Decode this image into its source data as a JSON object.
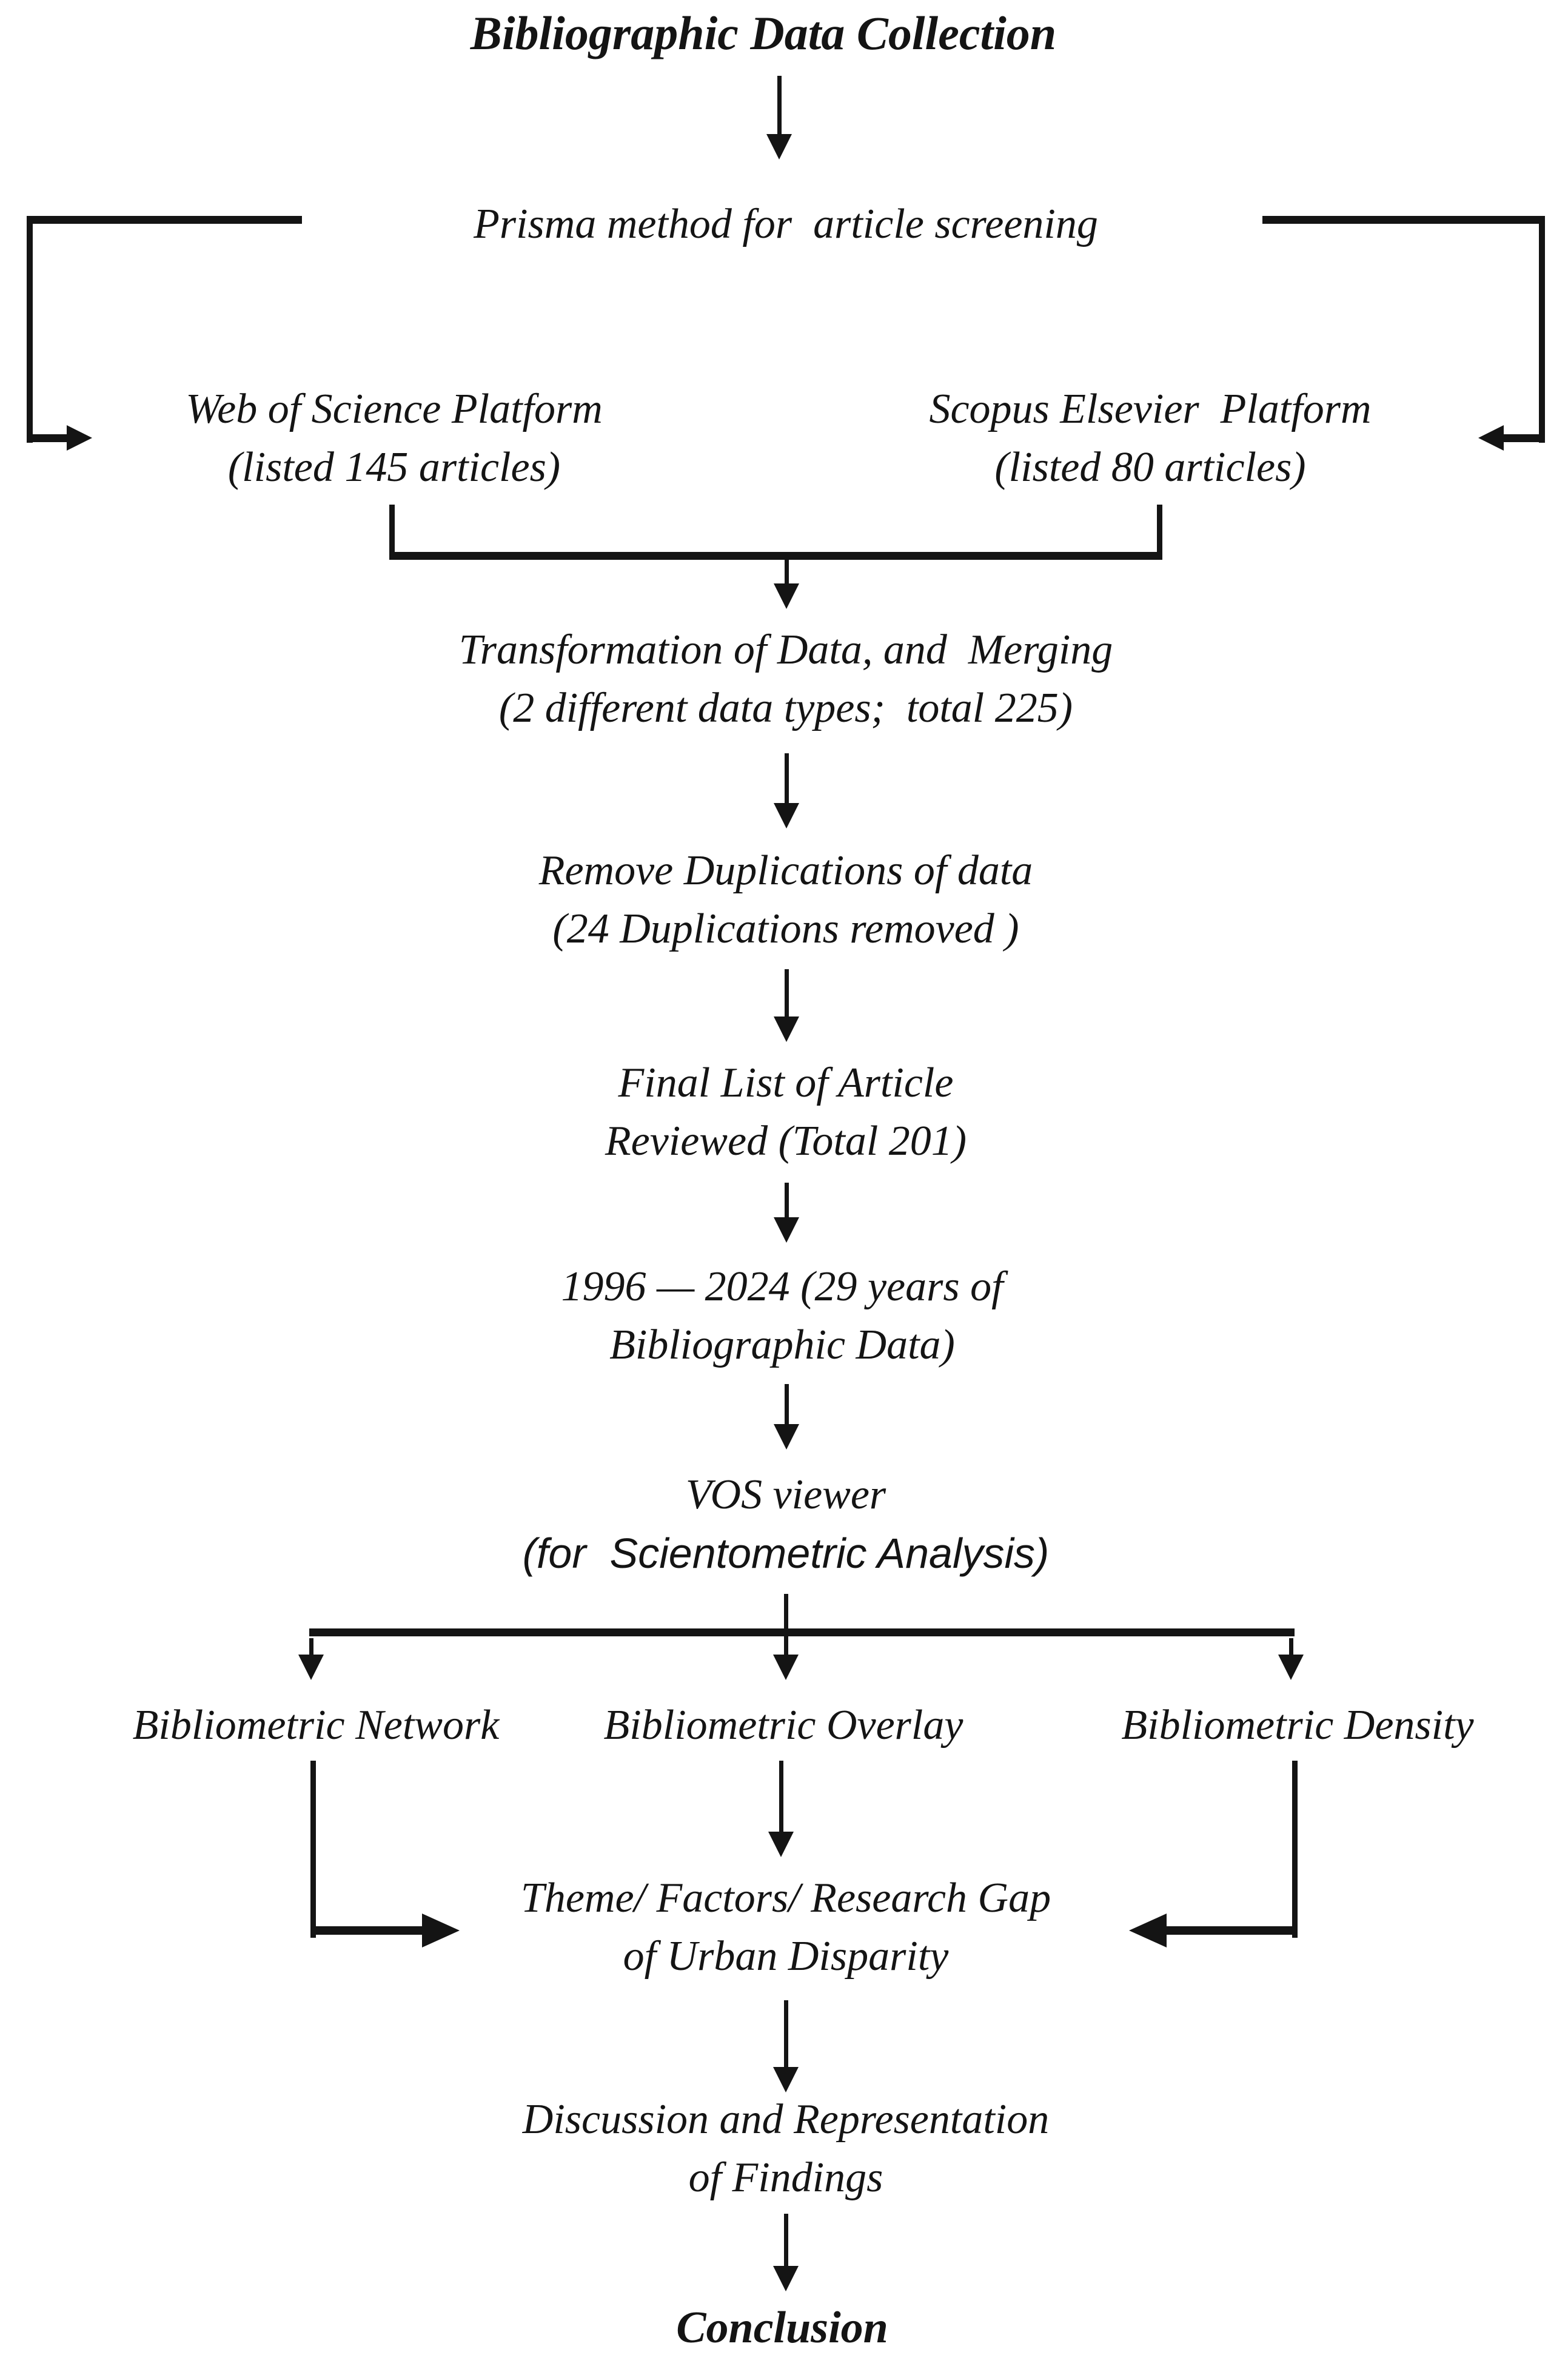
{
  "diagram": {
    "title": "Bibliographic Data Collection",
    "prisma": "Prisma method for  article screening",
    "web_of_science": {
      "line1": "Web of Science Platform",
      "line2": "(listed 145 articles)"
    },
    "scopus": {
      "line1": "Scopus Elsevier  Platform",
      "line2": "(listed 80 articles)"
    },
    "transformation": {
      "line1": "Transformation of Data, and  Merging",
      "line2": "(2 different data types;  total 225)"
    },
    "remove_duplications": {
      "line1": "Remove Duplications of data",
      "line2": "(24 Duplications removed )"
    },
    "final_list": {
      "line1": "Final List of Article",
      "line2": "Reviewed (Total 201)"
    },
    "year_range": {
      "line1": "1996 — 2024 (29 years of",
      "line2": "Bibliographic Data)"
    },
    "vosviewer": {
      "line1": "VOS viewer",
      "line2": "(for  Scientometric Analysis)"
    },
    "branches": {
      "network": "Bibliometric Network",
      "overlay": "Bibliometric Overlay",
      "density": "Bibliometric Density"
    },
    "theme": {
      "line1": "Theme/ Factors/ Research Gap",
      "line2": "of Urban Disparity"
    },
    "discussion": {
      "line1": "Discussion and Representation",
      "line2": "of Findings"
    },
    "conclusion": "Conclusion",
    "ink_color": "#141414",
    "background_color": "#ffffff"
  }
}
